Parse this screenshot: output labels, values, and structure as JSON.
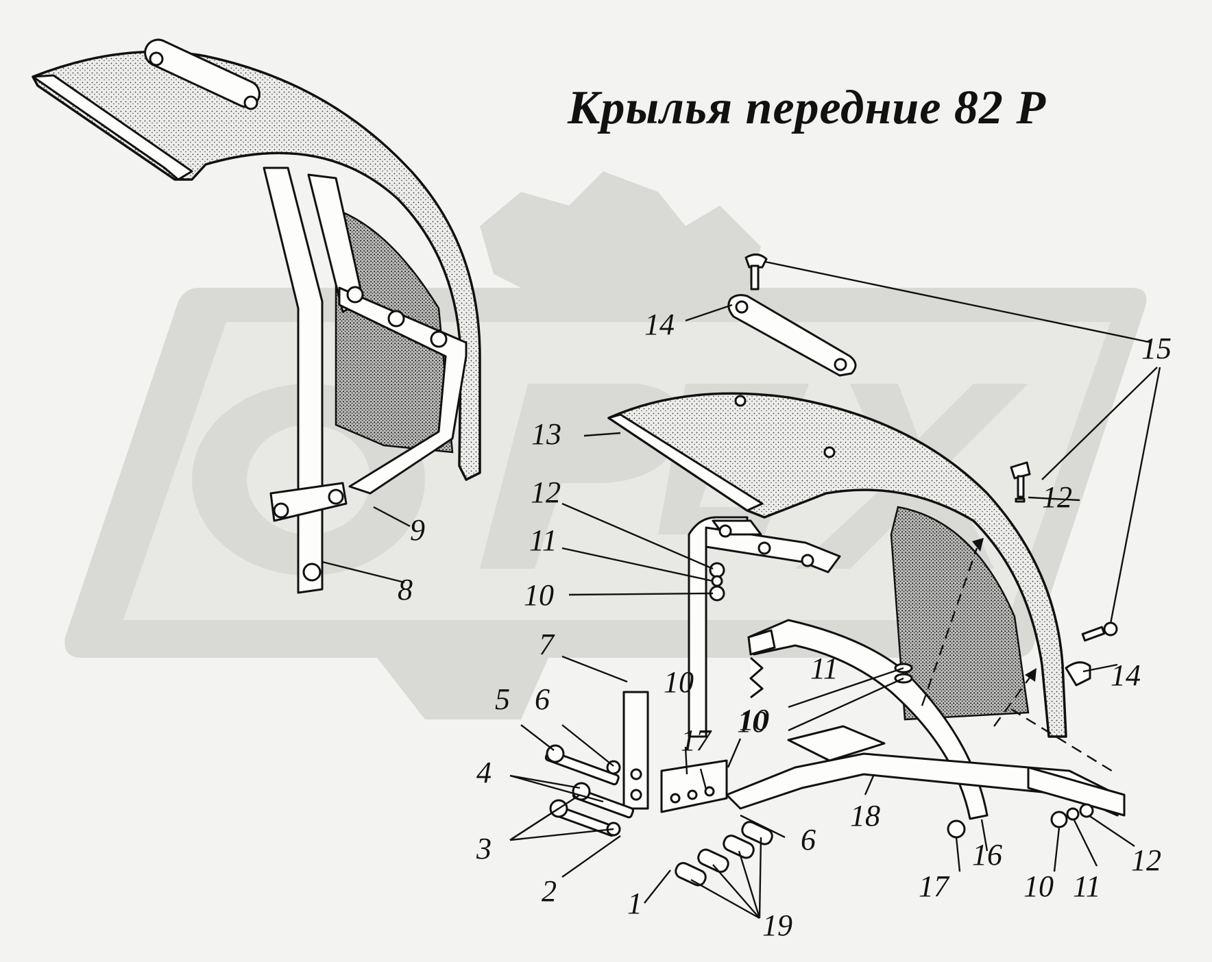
{
  "title": "Крылья передние 82 Р",
  "watermark": {
    "text": "ОРЕХ",
    "color": "#d9d9d6"
  },
  "colors": {
    "background": "#f3f3f1",
    "ink": "#111111"
  },
  "callouts": [
    {
      "id": "c1",
      "text": "1"
    },
    {
      "id": "c2",
      "text": "2"
    },
    {
      "id": "c3",
      "text": "3"
    },
    {
      "id": "c4",
      "text": "4"
    },
    {
      "id": "c5",
      "text": "5"
    },
    {
      "id": "c6a",
      "text": "6"
    },
    {
      "id": "c6b",
      "text": "6"
    },
    {
      "id": "c7",
      "text": "7"
    },
    {
      "id": "c8",
      "text": "8"
    },
    {
      "id": "c9",
      "text": "9"
    },
    {
      "id": "c10a",
      "text": "10"
    },
    {
      "id": "c10b",
      "text": "10"
    },
    {
      "id": "c10c",
      "text": "10"
    },
    {
      "id": "c10d",
      "text": "10"
    },
    {
      "id": "c10e",
      "text": "10"
    },
    {
      "id": "c11a",
      "text": "11"
    },
    {
      "id": "c11b",
      "text": "11"
    },
    {
      "id": "c11c",
      "text": "11"
    },
    {
      "id": "c12a",
      "text": "12"
    },
    {
      "id": "c12b",
      "text": "12"
    },
    {
      "id": "c12c",
      "text": "12"
    },
    {
      "id": "c13",
      "text": "13"
    },
    {
      "id": "c14a",
      "text": "14"
    },
    {
      "id": "c14b",
      "text": "14"
    },
    {
      "id": "c15",
      "text": "15"
    },
    {
      "id": "c16",
      "text": "16"
    },
    {
      "id": "c17a",
      "text": "17"
    },
    {
      "id": "c17b",
      "text": "17"
    },
    {
      "id": "c18",
      "text": "18"
    },
    {
      "id": "c19",
      "text": "19"
    }
  ]
}
